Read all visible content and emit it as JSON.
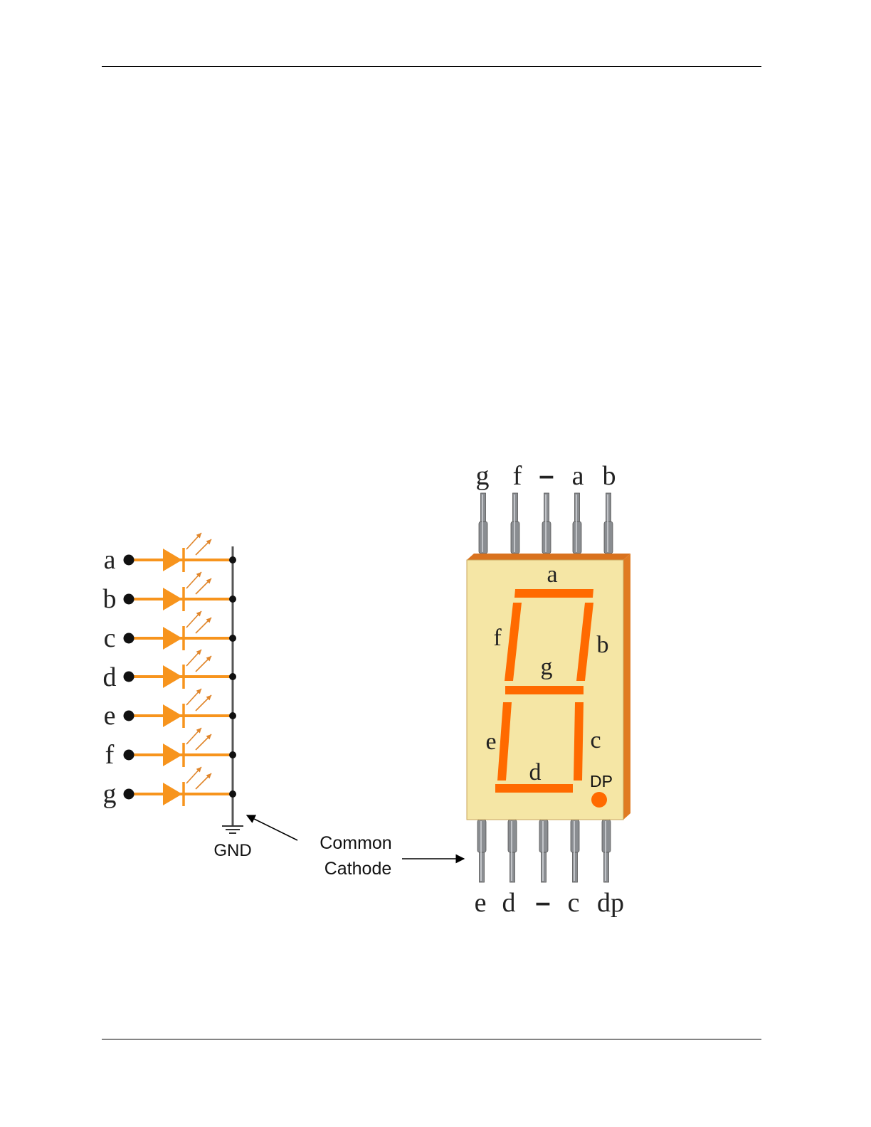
{
  "colors": {
    "led": "#f7941d",
    "segment": "#ff6a00",
    "package_face": "#f5e6a5",
    "package_side": "#e07b22",
    "pin": "#8a8d91",
    "bus": "#555555"
  },
  "schematic": {
    "inputs": [
      "a",
      "b",
      "c",
      "d",
      "e",
      "f",
      "g"
    ],
    "ground_label": "GND"
  },
  "callout": {
    "line1": "Common",
    "line2": "Cathode"
  },
  "display": {
    "top_pins": [
      "g",
      "f",
      "–",
      "a",
      "b"
    ],
    "bottom_pins": [
      "e",
      "d",
      "–",
      "c",
      "dp"
    ],
    "segments": {
      "a": "a",
      "b": "b",
      "c": "c",
      "d": "d",
      "e": "e",
      "f": "f",
      "g": "g"
    },
    "dp_label": "DP"
  }
}
